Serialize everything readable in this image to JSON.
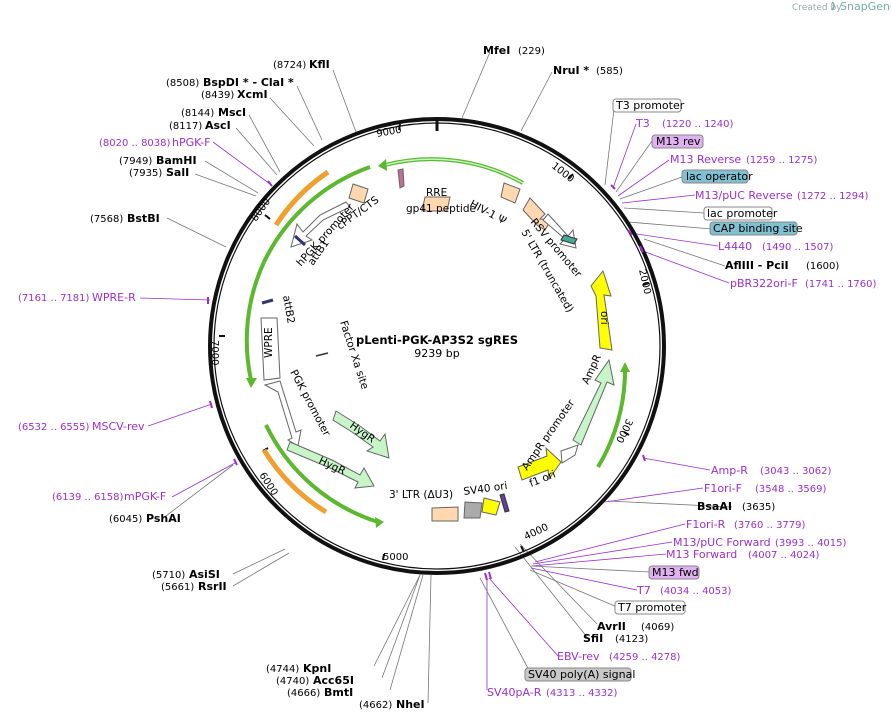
{
  "watermark": {
    "created_by": "Created by",
    "brand": "SnapGene"
  },
  "plasmid": {
    "name": "pLenti-PGK-AP3S2 sgRES",
    "size": "9239 bp"
  },
  "ticks": [
    "1000",
    "2000",
    "3000",
    "4000",
    "5000",
    "6000",
    "7000",
    "8000",
    "9000"
  ],
  "sites": {
    "kfli": {
      "name": "KflI",
      "pos": "(8724)"
    },
    "mfei": {
      "name": "MfeI",
      "pos": "(229)"
    },
    "nrui": {
      "name": "NruI *",
      "pos": "(585)"
    },
    "bspdi": {
      "name": "BspDI * - ClaI *",
      "pos": "(8508)"
    },
    "xcmi": {
      "name": "XcmI",
      "pos": "(8439)"
    },
    "msci": {
      "name": "MscI",
      "pos": "(8144)"
    },
    "asci": {
      "name": "AscI",
      "pos": "(8117)"
    },
    "bamhi": {
      "name": "BamHI",
      "pos": "(7949)"
    },
    "sali": {
      "name": "SalI",
      "pos": "(7935)"
    },
    "bstbi": {
      "name": "BstBI",
      "pos": "(7568)"
    },
    "pshai": {
      "name": "PshAI",
      "pos": "(6045)"
    },
    "asisi": {
      "name": "AsiSI",
      "pos": "(5710)"
    },
    "rsrii": {
      "name": "RsrII",
      "pos": "(5661)"
    },
    "kpni": {
      "name": "KpnI",
      "pos": "(4744)"
    },
    "acc65i": {
      "name": "Acc65I",
      "pos": "(4740)"
    },
    "bmti": {
      "name": "BmtI",
      "pos": "(4666)"
    },
    "nhei": {
      "name": "NheI",
      "pos": "(4662)"
    },
    "afliii": {
      "name": "AflIII - PciI",
      "pos": "(1600)"
    },
    "bsaai": {
      "name": "BsaAI",
      "pos": "(3635)"
    },
    "avrii": {
      "name": "AvrII",
      "pos": "(4069)"
    },
    "sfii": {
      "name": "SfiI",
      "pos": "(4123)"
    }
  },
  "primers": {
    "hpgkf": {
      "name": "hPGK-F",
      "pos": "(8020 .. 8038)"
    },
    "wprer": {
      "name": "WPRE-R",
      "pos": "(7161 .. 7181)"
    },
    "mscvrev": {
      "name": "MSCV-rev",
      "pos": "(6532 .. 6555)"
    },
    "mpgkf": {
      "name": "mPGK-F",
      "pos": "(6139 .. 6158)"
    },
    "t3": {
      "name": "T3",
      "pos": "(1220 .. 1240)"
    },
    "m13reverse": {
      "name": "M13 Reverse",
      "pos": "(1259 .. 1275)"
    },
    "m13pucrev": {
      "name": "M13/pUC Reverse",
      "pos": "(1272 .. 1294)"
    },
    "l4440": {
      "name": "L4440",
      "pos": "(1490 .. 1507)"
    },
    "pbr322": {
      "name": "pBR322ori-F",
      "pos": "(1741 .. 1760)"
    },
    "ampr": {
      "name": "Amp-R",
      "pos": "(3043 .. 3062)"
    },
    "f1orif": {
      "name": "F1ori-F",
      "pos": "(3548 .. 3569)"
    },
    "f1orir": {
      "name": "F1ori-R",
      "pos": "(3760 .. 3779)"
    },
    "m13pucfwd": {
      "name": "M13/pUC Forward",
      "pos": "(3993 .. 4015)"
    },
    "m13fwd": {
      "name": "M13 Forward",
      "pos": "(4007 .. 4024)"
    },
    "t7": {
      "name": "T7",
      "pos": "(4034 .. 4053)"
    },
    "ebvrev": {
      "name": "EBV-rev",
      "pos": "(4259 .. 4278)"
    },
    "sv40par": {
      "name": "SV40pA-R",
      "pos": "(4313 .. 4332)"
    }
  },
  "boxes": {
    "t3promoter": "T3 promoter",
    "m13rev": "M13 rev",
    "lacoperator": "lac operator",
    "lacpromoter": "lac promoter",
    "capsite": "CAP binding site",
    "m13fwdbox": "M13 fwd",
    "t7promoter": "T7 promoter",
    "sv40polya": "SV40 poly(A) signal"
  },
  "features": {
    "rre": "RRE",
    "gp41": "gp41 peptide",
    "hiv1psi": "HIV-1 Ψ",
    "cppt": "cPPT/CTS",
    "hpgk": "hPGK promoter",
    "attb1": "attB1",
    "attb2": "attB2",
    "wpre": "WPRE",
    "rsv": "RSV promoter",
    "ltr5": "5' LTR (truncated)",
    "ori": "ori",
    "ampr": "AmpR",
    "amprpromoter": "AmpR promoter",
    "f1ori": "f1 ori",
    "sv40ori": "SV40 ori",
    "ltr3": "3' LTR (ΔU3)",
    "hygr1": "HygR",
    "hygr2": "HygR",
    "pgk": "PGK promoter",
    "factorxa": "Factor Xa site"
  },
  "colors": {
    "backbone": "#111111",
    "green_arrow": "#5cb82e",
    "green_fill": "#c8f5c8",
    "orange": "#f0a030",
    "yellow": "#ffff00",
    "peach": "#ffd8b0",
    "primer": "#9b30d0",
    "lac_box": "#80c0d0",
    "m13_box": "#e0b0f0",
    "grey_box": "#c8c8c8"
  }
}
